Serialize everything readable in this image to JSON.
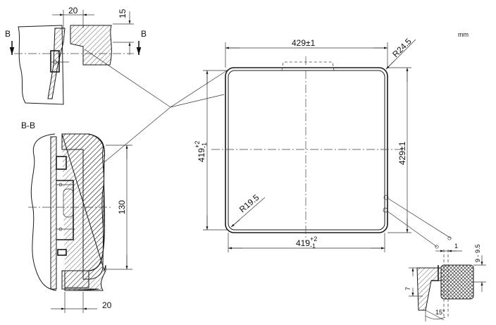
{
  "units": "mm",
  "front_view": {
    "width_top": "429±1",
    "height_right": "429±1",
    "height_left_base": "419",
    "height_left_tol_upper": "+2",
    "height_left_tol_lower": "-1",
    "width_bottom_base": "419",
    "width_bottom_tol_upper": "+2",
    "width_bottom_tol_lower": "-1",
    "outer_radius": "R24.5",
    "inner_radius": "R19.5"
  },
  "detail_top": {
    "cut_marker_left": "B",
    "cut_marker_right": "B",
    "width": "20",
    "height": "15"
  },
  "section_bb": {
    "title": "B-B",
    "height": "130",
    "width": "20"
  },
  "detail_corner": {
    "gap": "1",
    "thickness_range": "9 - 9.5",
    "depth": "7",
    "angle": "15°"
  }
}
